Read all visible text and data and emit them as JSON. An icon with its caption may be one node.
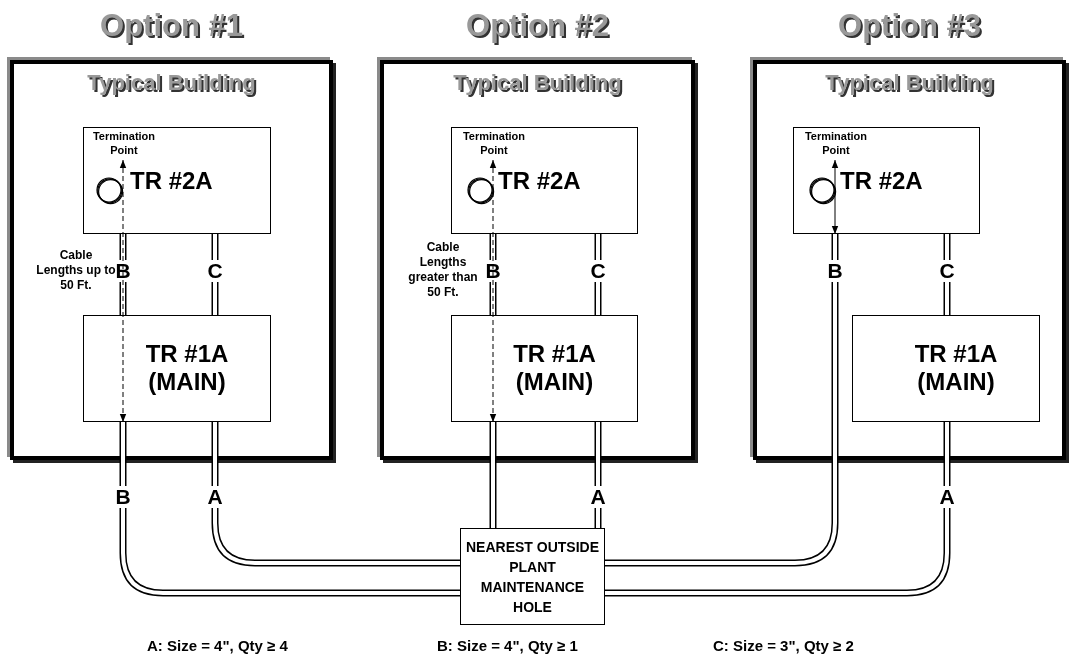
{
  "diagram": {
    "nodes": [
      {
        "text": [
          "Option #1",
          "Typical Building"
        ]
      },
      {
        "text": [
          "TR #2A"
        ],
        "in": 0
      },
      {
        "text": [
          "Termination Point"
        ],
        "in": 1
      },
      {
        "text": [
          "TR #1A (MAIN)"
        ],
        "in": 0
      },
      {
        "text": [
          "Option #2",
          "Typical Building"
        ]
      },
      {
        "text": [
          "TR #2A"
        ],
        "in": 4
      },
      {
        "text": [
          "Termination Point"
        ],
        "in": 5
      },
      {
        "text": [
          "TR #1A (MAIN)"
        ],
        "in": 4
      },
      {
        "text": [
          "Option #3",
          "Typical Building"
        ]
      },
      {
        "text": [
          "TR #2A"
        ],
        "in": 8
      },
      {
        "text": [
          "Termination Point"
        ],
        "in": 9
      },
      {
        "text": [
          "TR #1A (MAIN)"
        ],
        "in": 8
      },
      {
        "text": [
          "NEAREST OUTSIDE PLANT MAINTENANCE HOLE"
        ]
      }
    ],
    "edges": [
      {
        "from": 1,
        "to": 3,
        "arrow": "none",
        "label": "B"
      },
      {
        "from": 1,
        "to": 3,
        "arrow": "none",
        "label": "C"
      },
      {
        "from": 2,
        "to": 3,
        "arrow": "both",
        "style": "dashed",
        "label": "Cable Lengths up to 50 Ft."
      },
      {
        "from": 3,
        "to": 12,
        "arrow": "none",
        "label": "B"
      },
      {
        "from": 3,
        "to": 12,
        "arrow": "none",
        "label": "A"
      },
      {
        "from": 5,
        "to": 7,
        "arrow": "none",
        "label": "B"
      },
      {
        "from": 5,
        "to": 7,
        "arrow": "none",
        "label": "C"
      },
      {
        "from": 6,
        "to": 7,
        "arrow": "both",
        "style": "dashed",
        "label": "Cable Lengths greater than 50 Ft."
      },
      {
        "from": 7,
        "to": 12,
        "arrow": "none"
      },
      {
        "from": 7,
        "to": 12,
        "arrow": "none",
        "label": "A"
      },
      {
        "from": 9,
        "to": 11,
        "arrow": "none",
        "label": "C"
      },
      {
        "from": 10,
        "to": 9,
        "arrow": "both"
      },
      {
        "from": 9,
        "to": 12,
        "arrow": "none",
        "label": "B"
      },
      {
        "from": 11,
        "to": 12,
        "arrow": "none",
        "label": "A"
      }
    ],
    "labels": [
      "A: Size = 4\", Qty ≥ 4",
      "B: Size = 4\", Qty ≥ 1",
      "C: Size = 3\", Qty ≥ 2"
    ]
  }
}
